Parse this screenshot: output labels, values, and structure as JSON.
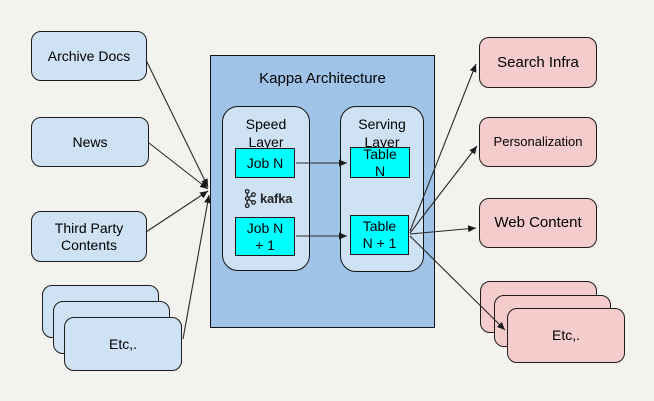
{
  "diagram": {
    "kind": "kappa-architecture-data-flow",
    "title": "Kappa Architecture"
  },
  "sources": [
    {
      "label": "Archive Docs"
    },
    {
      "label": "News"
    },
    {
      "label": "Third Party\nContents"
    },
    {
      "label": "Etc,."
    }
  ],
  "center": {
    "title": "Kappa Architecture",
    "speed_layer": {
      "title": "Speed\nLayer",
      "job_top": "Job N",
      "job_bottom": "Job N\n+ 1",
      "broker": "kafka"
    },
    "serving_layer": {
      "title": "Serving\nLayer",
      "table_top": "Table\nN",
      "table_bottom": "Table\nN + 1"
    }
  },
  "sinks": [
    {
      "label": "Search Infra"
    },
    {
      "label": "Personalization"
    },
    {
      "label": "Web Content"
    },
    {
      "label": "Etc,."
    }
  ],
  "colors": {
    "background": "#f3f2ee",
    "source_fill": "#cfe2f3",
    "container_fill": "#a0c4e8",
    "layer_fill": "#cfe2f3",
    "job_table_fill": "#00ffff",
    "sink_fill": "#f4cccc",
    "stroke": "#1c1c1c"
  }
}
